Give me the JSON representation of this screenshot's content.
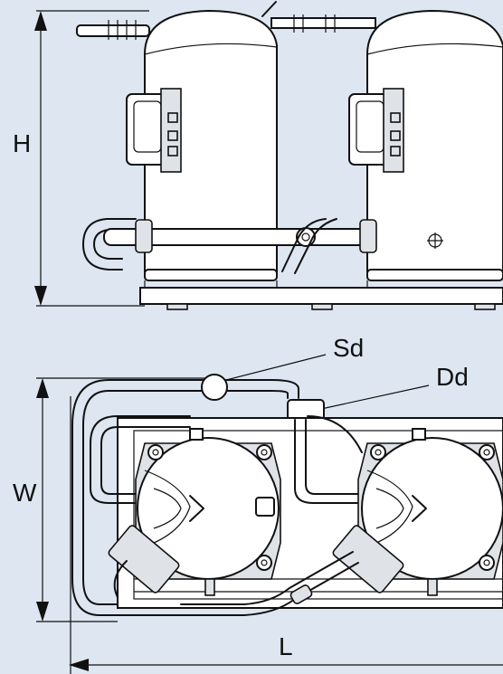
{
  "dimensions": {
    "height_label": "H",
    "width_label": "W",
    "length_label": "L"
  },
  "callouts": {
    "suction": "Sd",
    "discharge": "Dd"
  },
  "colors": {
    "background": "#dde6f1",
    "line": "#111111",
    "body": "#ffffff"
  }
}
